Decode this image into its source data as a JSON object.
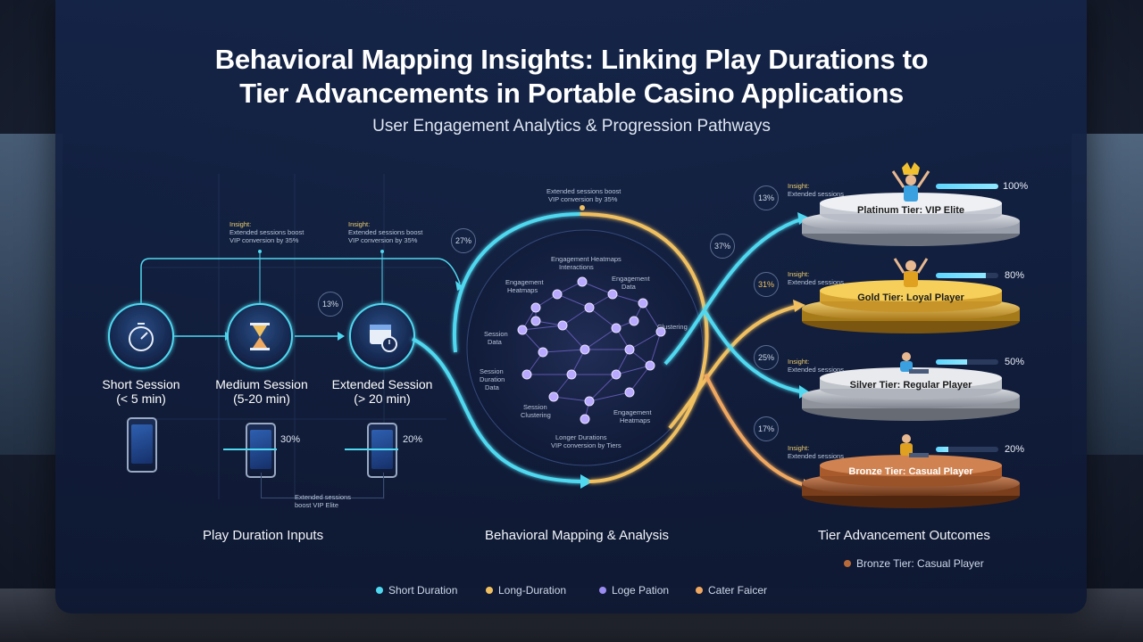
{
  "title_line1": "Behavioral Mapping Insights: Linking Play Durations to",
  "title_line2": "Tier Advancements in Portable Casino Applications",
  "subtitle": "User Engagement Analytics & Progression Pathways",
  "inputs": {
    "section_label": "Play Duration Inputs",
    "insight_left": {
      "title": "Insight:",
      "text1": "Extended sessions boost",
      "text2": "VIP conversion by 35%"
    },
    "insight_right": {
      "title": "Insight:",
      "text1": "Extended sessions boost",
      "text2": "VIP conversion by 35%"
    },
    "bubble": "13%",
    "nodes": [
      {
        "line1": "Short Session",
        "line2": "(< 5 min)"
      },
      {
        "line1": "Medium Session",
        "line2": "(5-20 min)",
        "pct": "30%"
      },
      {
        "line1": "Extended Session",
        "line2": "(> 20 min)",
        "pct": "20%"
      }
    ],
    "bottom_note1": "Extended sessions",
    "bottom_note2": "boost VIP Elite"
  },
  "analysis": {
    "section_label": "Behavioral Mapping & Analysis",
    "top_note1": "Extended sessions boost",
    "top_note2": "VIP conversion by 35%",
    "bubble_left": "27%",
    "bubble_right": "37%",
    "labels": {
      "heatmaps_title": "Engagement Heatmaps",
      "heatmaps_sub": "Interactions",
      "eng_heatmaps1": "Engagement",
      "eng_heatmaps2": "Heatmaps",
      "engagement_right1": "Engagement",
      "engagement_right2": "Data",
      "session1": "Session",
      "session2": "Data",
      "clustering": "Clustering",
      "session_dur1": "Session",
      "session_dur2": "Duration",
      "session_dur3": "Data",
      "session_cluster1": "Session",
      "session_cluster2": "Clustering",
      "eng_hm_bottom1": "Engagement",
      "eng_hm_bottom2": "Heatmaps",
      "bottom1": "Longer Durations",
      "bottom2": "VIP conversion by Tiers"
    }
  },
  "outcomes": {
    "section_label": "Tier Advancement Outcomes",
    "sub_label": "Bronze Tier: Casual Player",
    "tiers": [
      {
        "name": "Platinum Tier: VIP Elite",
        "pct": "100%",
        "fill": 1.0,
        "bubble": "13%",
        "insight": "Insight:",
        "insight_text": "Extended sessions"
      },
      {
        "name": "Gold Tier: Loyal Player",
        "pct": "80%",
        "fill": 0.8,
        "bubble": "31%",
        "insight": "Insight:",
        "insight_text": "Extended sessions"
      },
      {
        "name": "Silver Tier: Regular Player",
        "pct": "50%",
        "fill": 0.5,
        "bubble": "25%",
        "insight": "Insight:",
        "insight_text": "Extended sessions"
      },
      {
        "name": "Bronze Tier: Casual Player",
        "pct": "20%",
        "fill": 0.2,
        "bubble": "17%",
        "insight": "Insight:",
        "insight_text": "Extended sessions"
      }
    ]
  },
  "legend": [
    {
      "label": "Short Duration",
      "color": "#4fd8f0"
    },
    {
      "label": "Long-Duration",
      "color": "#f0c060"
    },
    {
      "label": "Loge Pation",
      "color": "#9a8cf0"
    },
    {
      "label": "Cater Faicer",
      "color": "#f0a860"
    }
  ],
  "colors": {
    "cyan": "#4fd8f0",
    "gold": "#f0c060",
    "orange": "#f0a860",
    "platinum": "#d9dde6",
    "gold_tier": "#e8b830",
    "silver": "#c9ccd4",
    "bronze": "#b86a38"
  }
}
